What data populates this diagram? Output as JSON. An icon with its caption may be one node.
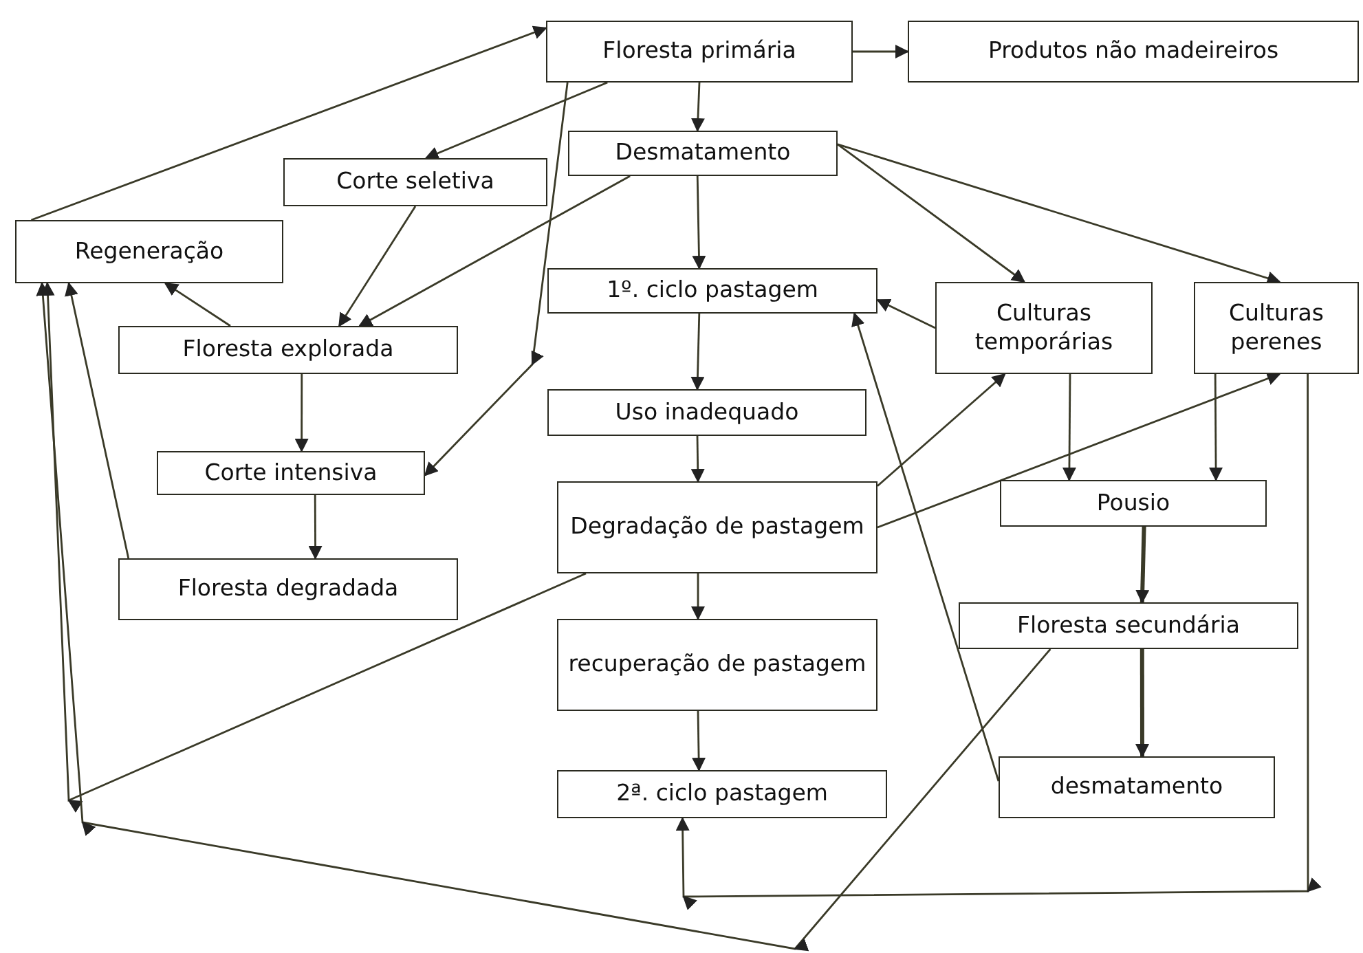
{
  "diagram": {
    "nodes": [
      {
        "text": [
          "Floresta primária"
        ]
      },
      {
        "text": [
          "Produtos não madeireiros"
        ]
      },
      {
        "text": [
          "Desmatamento"
        ]
      },
      {
        "text": [
          "Corte seletiva"
        ]
      },
      {
        "text": [
          "Regeneração"
        ]
      },
      {
        "text": [
          "1º. ciclo pastagem"
        ]
      },
      {
        "text": [
          "Culturas temporárias"
        ]
      },
      {
        "text": [
          "Culturas perenes"
        ]
      },
      {
        "text": [
          "Floresta explorada"
        ]
      },
      {
        "text": [
          "Uso inadequado"
        ]
      },
      {
        "text": [
          "Corte intensiva"
        ]
      },
      {
        "text": [
          "Degradação de pastagem"
        ]
      },
      {
        "text": [
          "Pousio"
        ]
      },
      {
        "text": [
          "Floresta degradada"
        ]
      },
      {
        "text": [
          "Floresta secundária"
        ]
      },
      {
        "text": [
          "recuperação de pastagem"
        ]
      },
      {
        "text": [
          "2ª. ciclo pastagem"
        ]
      },
      {
        "text": [
          "desmatamento"
        ]
      }
    ],
    "edges": [
      {
        "from": 4,
        "to": 0,
        "arrow": "to"
      },
      {
        "from": 0,
        "to": 1,
        "arrow": "to"
      },
      {
        "from": 0,
        "to": 2,
        "arrow": "to"
      },
      {
        "from": 0,
        "to": 3,
        "arrow": "to"
      },
      {
        "from": 0,
        "to": 10,
        "arrow": "to"
      },
      {
        "from": 2,
        "to": 8,
        "arrow": "to"
      },
      {
        "from": 3,
        "to": 8,
        "arrow": "to"
      },
      {
        "from": 2,
        "to": 5,
        "arrow": "to"
      },
      {
        "from": 2,
        "to": 6,
        "arrow": "to"
      },
      {
        "from": 2,
        "to": 7,
        "arrow": "to"
      },
      {
        "from": 8,
        "to": 4,
        "arrow": "to"
      },
      {
        "from": 8,
        "to": 10,
        "arrow": "to"
      },
      {
        "from": 10,
        "to": 13,
        "arrow": "to"
      },
      {
        "from": 13,
        "to": 4,
        "arrow": "to"
      },
      {
        "from": 11,
        "to": 4,
        "arrow": "to"
      },
      {
        "from": 14,
        "to": 4,
        "arrow": "to"
      },
      {
        "from": 6,
        "to": 5,
        "arrow": "to"
      },
      {
        "from": 17,
        "to": 5,
        "arrow": "to"
      },
      {
        "from": 11,
        "to": 6,
        "arrow": "to"
      },
      {
        "from": 11,
        "to": 7,
        "arrow": "to"
      },
      {
        "from": 6,
        "to": 12,
        "arrow": "to"
      },
      {
        "from": 7,
        "to": 12,
        "arrow": "to"
      },
      {
        "from": 12,
        "to": 14,
        "arrow": "to",
        "style": "thick"
      },
      {
        "from": 14,
        "to": 17,
        "arrow": "to",
        "style": "thick"
      },
      {
        "from": 7,
        "to": 16,
        "arrow": "to"
      },
      {
        "from": 5,
        "to": 9,
        "arrow": "to"
      },
      {
        "from": 9,
        "to": 11,
        "arrow": "to"
      },
      {
        "from": 11,
        "to": 15,
        "arrow": "to"
      },
      {
        "from": 15,
        "to": 16,
        "arrow": "to"
      }
    ]
  }
}
